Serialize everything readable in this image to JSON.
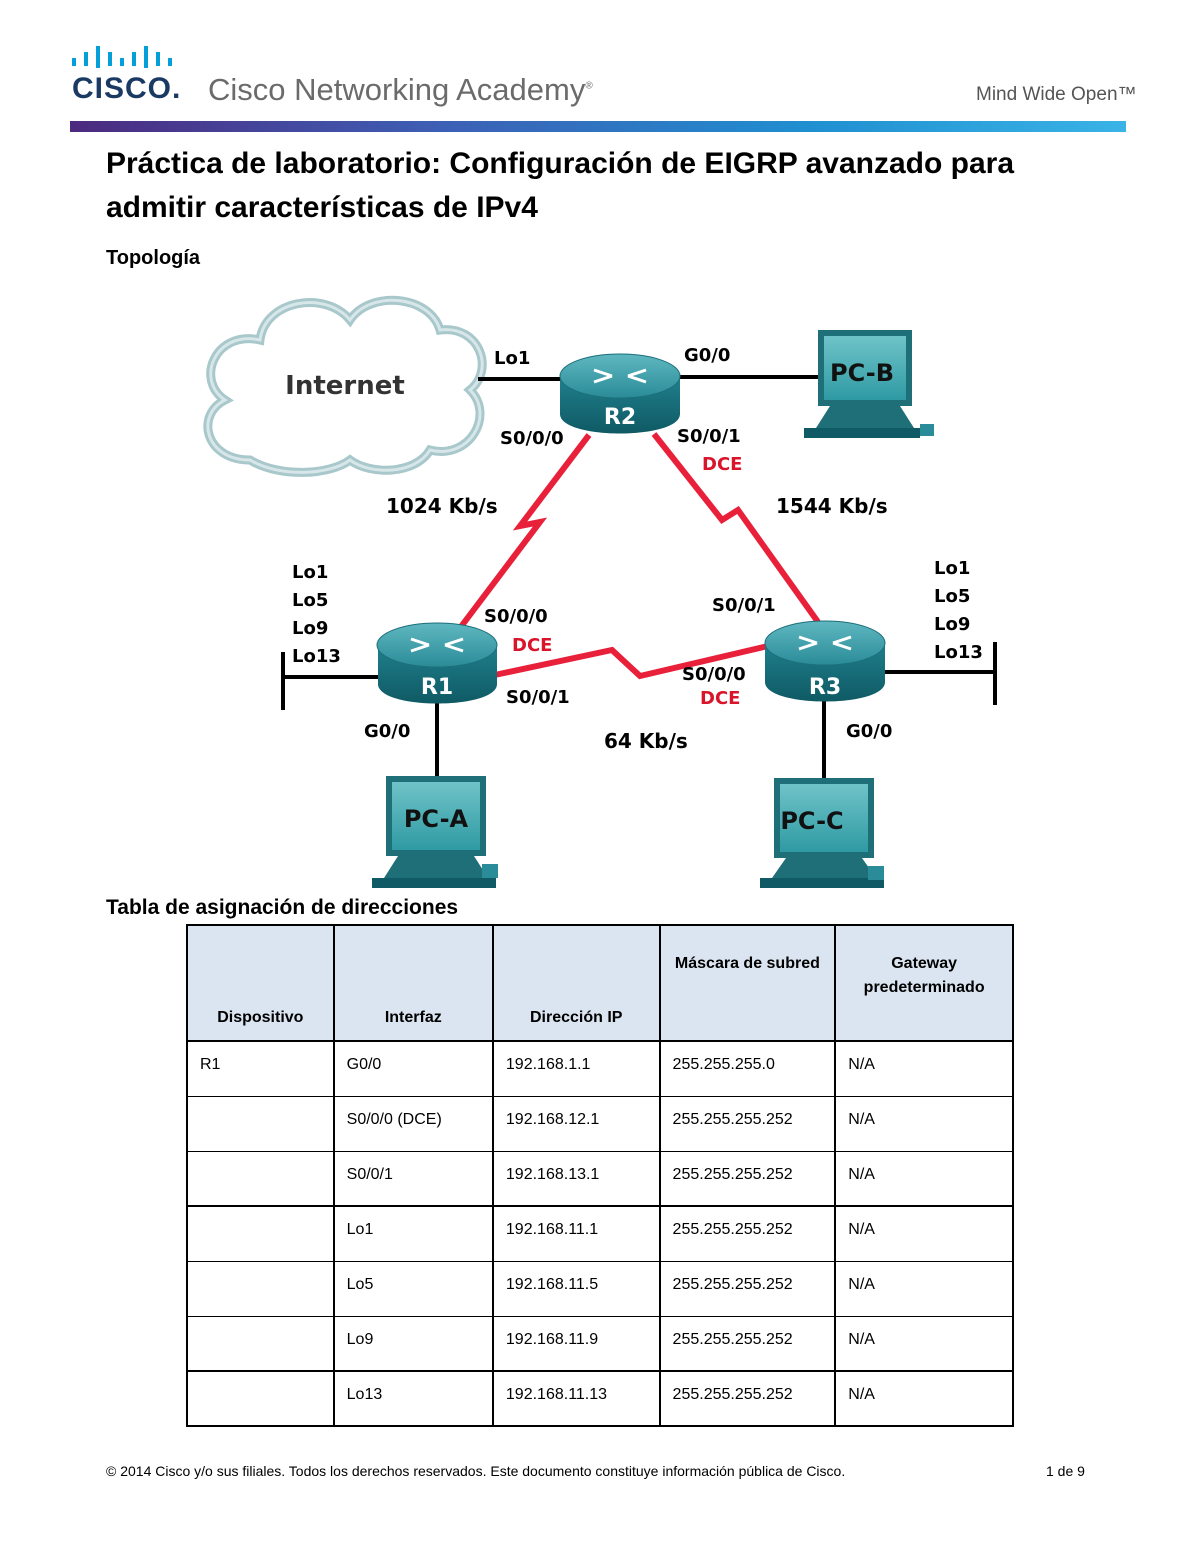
{
  "header": {
    "brand_word": "CISCO.",
    "academy": "Cisco Networking Academy",
    "trademark": "®",
    "tagline": "Mind Wide Open™"
  },
  "document": {
    "title_line1": "Práctica de laboratorio: Configuración de EIGRP avanzado para",
    "title_line2": "admitir características de IPv4",
    "topology_heading": "Topología",
    "table_heading": "Tabla de asignación de direcciones"
  },
  "topology": {
    "cloud": "Internet",
    "routers": {
      "r1": "R1",
      "r2": "R2",
      "r3": "R3"
    },
    "pcs": {
      "a": "PC-A",
      "b": "PC-B",
      "c": "PC-C"
    },
    "labels": {
      "r2_lo1": "Lo1",
      "r2_g00": "G0/0",
      "r2_s000": "S0/0/0",
      "r2_s001": "S0/0/1",
      "r2_dce": "DCE",
      "link_r1_r2": "1024 Kb/s",
      "link_r2_r3": "1544 Kb/s",
      "link_r1_r3": "64 Kb/s",
      "r1_loopbacks": [
        "Lo1",
        "Lo5",
        "Lo9",
        "Lo13"
      ],
      "r3_loopbacks": [
        "Lo1",
        "Lo5",
        "Lo9",
        "Lo13"
      ],
      "r1_s000": "S0/0/0",
      "r1_dce": "DCE",
      "r1_s001": "S0/0/1",
      "r1_g00": "G0/0",
      "r3_s001": "S0/0/1",
      "r3_s000": "S0/0/0",
      "r3_dce": "DCE",
      "r3_g00": "G0/0"
    },
    "colors": {
      "serial": "#e8203a",
      "device": "#1f7f8c",
      "dce": "#d9142b"
    }
  },
  "table": {
    "headers": [
      "Dispositivo",
      "Interfaz",
      "Dirección IP",
      "Máscara de subred",
      "Gateway predeterminado"
    ],
    "rows": [
      [
        "R1",
        "G0/0",
        "192.168.1.1",
        "255.255.255.0",
        "N/A"
      ],
      [
        "",
        "S0/0/0 (DCE)",
        "192.168.12.1",
        "255.255.255.252",
        "N/A"
      ],
      [
        "",
        "S0/0/1",
        "192.168.13.1",
        "255.255.255.252",
        "N/A"
      ],
      [
        "",
        "Lo1",
        "192.168.11.1",
        "255.255.255.252",
        "N/A"
      ],
      [
        "",
        "Lo5",
        "192.168.11.5",
        "255.255.255.252",
        "N/A"
      ],
      [
        "",
        "Lo9",
        "192.168.11.9",
        "255.255.255.252",
        "N/A"
      ],
      [
        "",
        "Lo13",
        "192.168.11.13",
        "255.255.255.252",
        "N/A"
      ]
    ]
  },
  "footer": {
    "copyright": "© 2014 Cisco y/o sus filiales. Todos los derechos reservados. Este documento constituye información pública de Cisco.",
    "page": "1 de 9"
  }
}
